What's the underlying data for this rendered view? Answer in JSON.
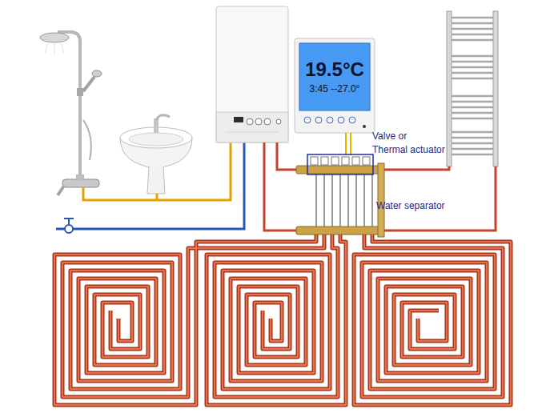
{
  "diagram": {
    "nodes": [
      {
        "text": [
          "19.5°C",
          "3:45 --27.0°"
        ]
      }
    ],
    "labels": [
      "Valve or",
      "Thermal actuator",
      "Water separator"
    ]
  }
}
